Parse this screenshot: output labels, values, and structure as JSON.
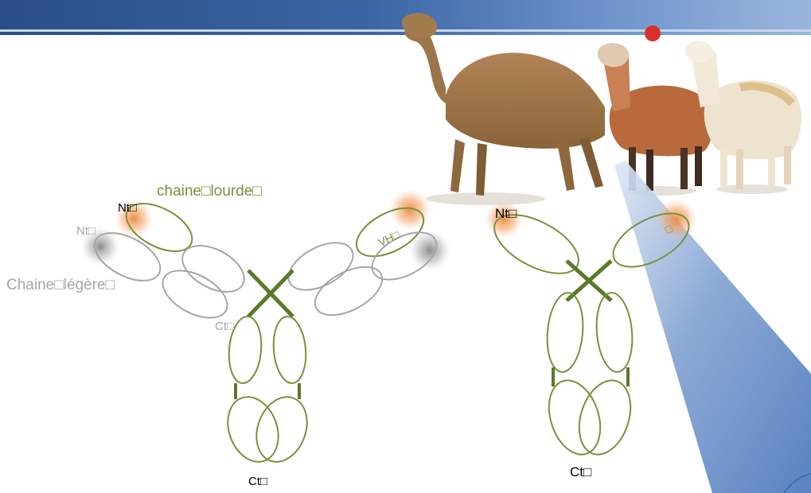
{
  "labels": {
    "heavy_chain": "chaine□lourde□",
    "light_chain": "Chaine□légère□",
    "nt_left_heavy": "Nt□",
    "nt_left_light": "Nt□",
    "vh_left": "VH□",
    "ct_left_light": "Ct□",
    "ct_left_bottom": "Ct□",
    "nt_right": "Nt□",
    "vhh_right_partial": "□",
    "ct_right_bottom": "Ct□"
  },
  "colors": {
    "heavy_chain": "#76923c",
    "light_chain": "#a6a6a6",
    "hinge": "#5a7a2a",
    "highlight_orange": "#f0a060",
    "highlight_gray": "#9a9a9a",
    "text_dark": "#000000",
    "text_green": "#76923c",
    "text_gray": "#a6a6a6",
    "beam_blue": "#3f6fb5"
  },
  "images": {
    "animals": "camel-alpaca-llama-illustration"
  }
}
